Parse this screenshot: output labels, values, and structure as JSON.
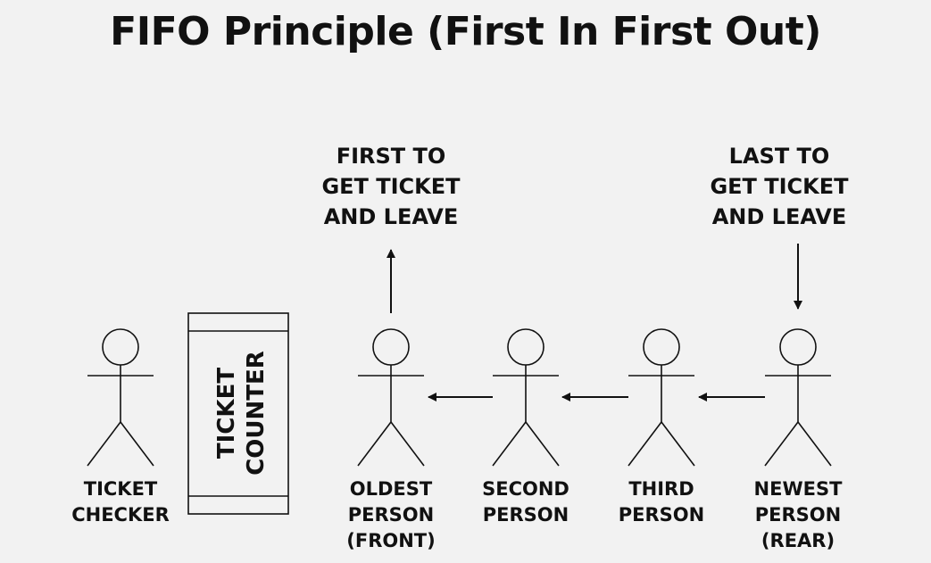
{
  "title": "FIFO Principle (First In First Out)",
  "captions": {
    "first": [
      "FIRST TO",
      "GET TICKET",
      "AND LEAVE"
    ],
    "last": [
      "LAST TO",
      "GET TICKET",
      "AND LEAVE"
    ]
  },
  "counter": [
    "TICKET",
    "COUNTER"
  ],
  "people": {
    "checker": [
      "TICKET",
      "CHECKER"
    ],
    "oldest": [
      "OLDEST",
      "PERSON",
      "(FRONT)"
    ],
    "second": [
      "SECOND",
      "PERSON"
    ],
    "third": [
      "THIRD",
      "PERSON"
    ],
    "newest": [
      "NEWEST",
      "PERSON",
      "(REAR)"
    ]
  },
  "colors": {
    "background": "#f2f2f2",
    "ink": "#111111"
  }
}
